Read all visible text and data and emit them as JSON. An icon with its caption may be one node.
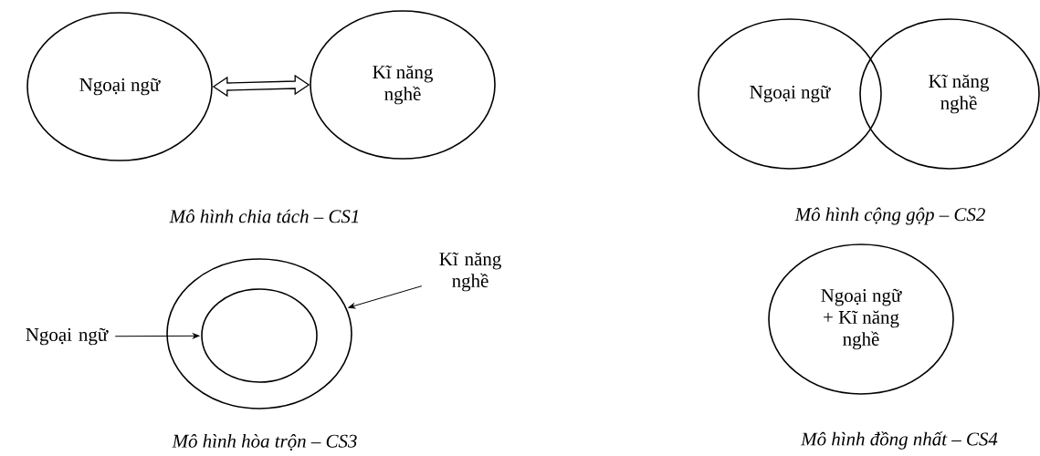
{
  "diagram": {
    "nodes": [
      {
        "text": [
          "Ngoại ngữ"
        ]
      },
      {
        "text": [
          "Kĩ năng nghề"
        ]
      },
      {
        "text": [
          "Ngoại ngữ"
        ]
      },
      {
        "text": [
          "Kĩ năng nghề"
        ]
      },
      {
        "text": [],
        "shape": "circle"
      },
      {
        "text": [],
        "shape": "circle",
        "in": 4
      },
      {
        "text": [
          "Ngoại ngữ"
        ]
      },
      {
        "text": [
          "Kĩ năng nghề"
        ]
      },
      {
        "text": [
          "Ngoại ngữ + Kĩ năng nghề"
        ]
      }
    ],
    "edges": [
      {
        "from": 0,
        "to": 1,
        "arrow": "both",
        "style": "thick"
      },
      {
        "from": 6,
        "to": 5,
        "arrow": "to"
      },
      {
        "from": 7,
        "to": 4,
        "arrow": "to"
      }
    ],
    "labels": [
      "Mô hình chia tách – CS1",
      "Mô hình cộng gộp – CS2",
      "Mô hình hòa trộn – CS3",
      "Mô hình đồng nhất – CS4"
    ]
  }
}
